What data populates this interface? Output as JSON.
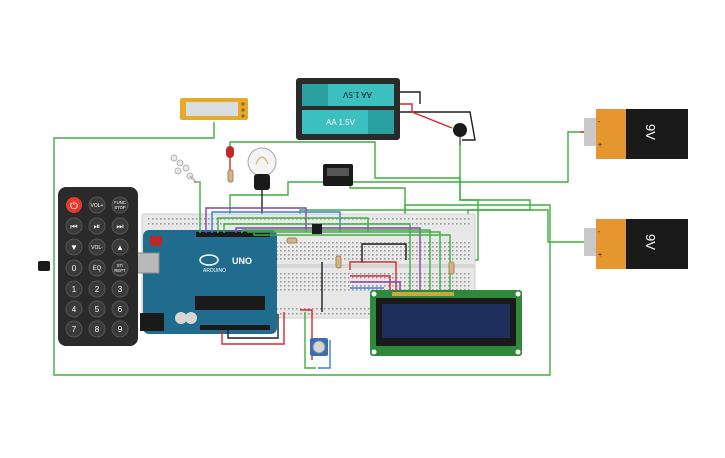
{
  "colors": {
    "wire_green": "#3fae3f",
    "wire_red": "#d42a2a",
    "wire_black": "#1e1e1e",
    "wire_blue": "#3a7fd6",
    "wire_purple": "#8a3fb3",
    "wire_orange": "#e89a2c",
    "arduino_blue": "#1f6c8f",
    "pcb_green": "#2e8a3a",
    "lcd_screen": "#1e2f5e",
    "battery_orange": "#e6962f",
    "remote_body": "#2a2a2a",
    "breadboard": "#e8e8e8"
  },
  "battery_pack": {
    "cell_top": "AA 1.5V",
    "cell_bottom": "AA 1.5V"
  },
  "battery_9v_top": {
    "label": "9V",
    "minus": "-",
    "plus": "+"
  },
  "battery_9v_bottom": {
    "label": "9V",
    "minus": "-",
    "plus": "+"
  },
  "arduino": {
    "brand": "ARDUINO",
    "model": "UNO"
  },
  "remote": {
    "rows": [
      [
        "power",
        "VOL+",
        "FUNC/STOP"
      ],
      [
        "prev",
        "play-pause",
        "next"
      ],
      [
        "down",
        "VOL-",
        "up"
      ],
      [
        "0",
        "EQ",
        "ST/REPT"
      ],
      [
        "1",
        "2",
        "3"
      ],
      [
        "4",
        "5",
        "6"
      ],
      [
        "7",
        "8",
        "9"
      ]
    ],
    "labels": {
      "vol_up": "VOL+",
      "func_line1": "FUNC",
      "func_line2": "STOP",
      "vol_down": "VOL-",
      "zero": "0",
      "eq": "EQ",
      "st_line1": "ST/",
      "st_line2": "REPT",
      "n1": "1",
      "n2": "2",
      "n3": "3",
      "n4": "4",
      "n5": "5",
      "n6": "6",
      "n7": "7",
      "n8": "8",
      "n9": "9"
    }
  }
}
